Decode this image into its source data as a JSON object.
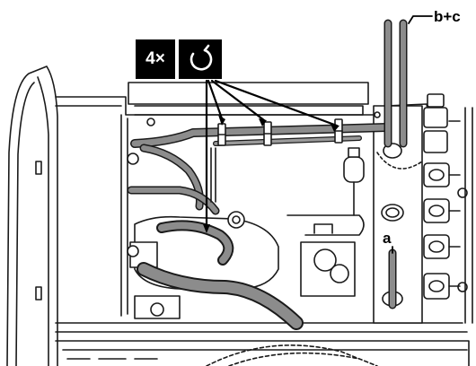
{
  "callout": {
    "count_text": "4×",
    "tool_icon": "cable-tie-icon"
  },
  "labels": {
    "a": "a",
    "bc": "b+c"
  },
  "colors": {
    "outline": "#1a1a1a",
    "pipe_grey": "#8c8c8c",
    "callout_bg": "#000000",
    "callout_fg": "#ffffff"
  }
}
